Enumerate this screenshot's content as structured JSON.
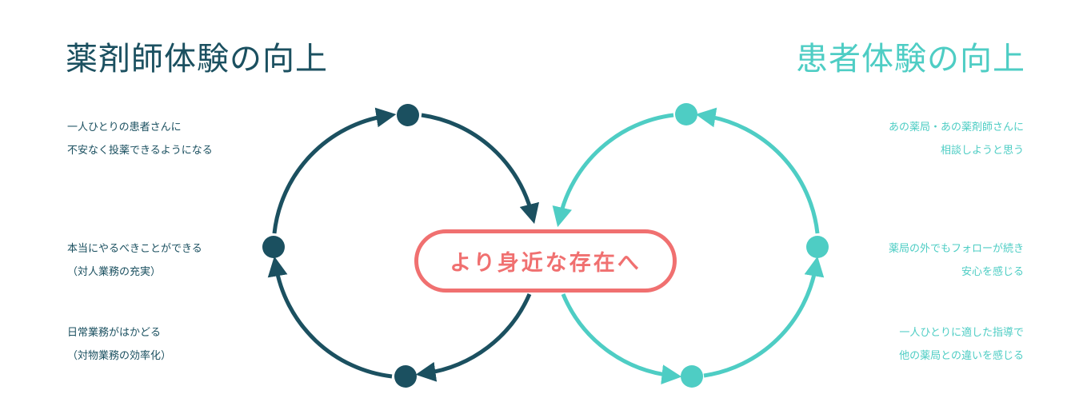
{
  "titles": {
    "pharmacist": "薬剤師体験の向上",
    "patient": "患者体験の向上"
  },
  "pharmacist_points": [
    {
      "line1": "一人ひとりの患者さんに",
      "line2": "不安なく投薬できるようになる"
    },
    {
      "line1": "本当にやるべきことができる",
      "line2": "（対人業務の充実）"
    },
    {
      "line1": "日常業務がはかどる",
      "line2": "（対物業務の効率化）"
    }
  ],
  "patient_points": [
    {
      "line1": "あの薬局・あの薬剤師さんに",
      "line2": "相談しようと思う"
    },
    {
      "line1": "薬局の外でもフォローが続き",
      "line2": "安心を感じる"
    },
    {
      "line1": "一人ひとりに適した指導で",
      "line2": "他の薬局との違いを感じる"
    }
  ],
  "center": {
    "label": "より身近な存在へ"
  },
  "colors": {
    "pharmacist": "#1b5060",
    "patient": "#4ecdc4",
    "center": "#f07070"
  }
}
